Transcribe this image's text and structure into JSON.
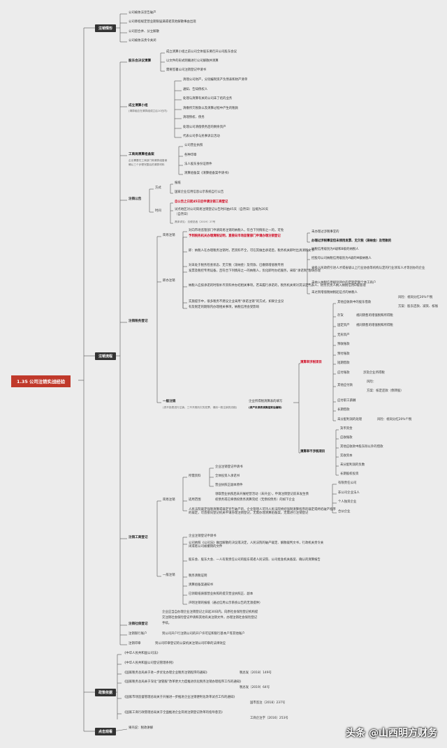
{
  "root": "1.35 公司注销实战经验",
  "branches": {
    "case": "注销情形",
    "flow": "注销流程",
    "policy": "政策依据",
    "watch": "点击观看"
  },
  "cases": [
    "公司被依法宣告破产",
    "公司章程规定营业期限届满或者其他解散事由出现",
    "公司因合并、分立解散",
    "公司被依法责令关闭"
  ],
  "s1": {
    "label": "股东会决议清算",
    "items": [
      "成立清算小组之前公司全体股东要召开公司股东会议",
      "以文件的形式明确进行公司解散并清算",
      "需要签署公司注销登记申请书"
    ]
  },
  "s2": {
    "label": "成立清算小组",
    "sub": "(清算组应在清算组成立后10日内)",
    "items": [
      "清理公司财产，分别编制资产负债表和财产清单",
      "通知、告知债权人",
      "处理与清算有关的公司未了结的业务",
      "清缴所欠税款以及清算过程中产生的税款",
      "清理债权、债务",
      "处理公司清偿债务后的剩余资产",
      "代表公司参与民事诉讼活动"
    ]
  },
  "s3": {
    "label": "工商局清算组备案",
    "sub1": "企业需要在工商部门和清算组备案",
    "sub2": "确认三个步骤完整后的清算材料",
    "items": [
      "公司营业执照",
      "各种印章",
      "法人股东身份证原件",
      "清算组备案《清算组备案申请书》"
    ]
  },
  "s4": {
    "label": "注销公告",
    "way": "方式",
    "ways": [
      "报纸",
      "国家企业信用信息公示系统自行公告"
    ],
    "time": "时间",
    "t1": "自公告之日起45日后申请注销工商登记",
    "t2a": "试点地区对公司简易注销登记公告时间由45天（自然日）压缩为20天",
    "t2b": "（自然日）",
    "note": "具体详见：法税总函〔2019〕27号"
  },
  "s5": {
    "label": "注销税务登记",
    "simple": "简易注销",
    "st1": "对向市场监管部门申请简易注销的纳税人，符合下列情形之一的，可免",
    "st2": "予到税务机关办理清税证明，直接向市场监管部门申请办理注销登记",
    "sr": [
      "未办理过涉税事宜的",
      "办理过涉税事宜但未领用发票、无欠税（滞纳金）及罚款的"
    ],
    "immediate": "即办注销",
    "ia": "即：纳税人在办理税务注销时，若资料不全，可在其做出承诺后，税务机关即时出具清税文书",
    "ib1": "对未处于税务检查状态、无欠税（滞纳金）及罚款、已缴销增值税专用",
    "ib2": "发票及税控专用设备，且符合下列情形之一的纳税人，优化即时办结服务，采取“承诺制”容缺办理",
    "ic": "纳税人应按承诺的时限补齐资料并办结相关事项。若未履行承诺的，税务机关将对其法定代表人、财务负责人纳入纳税信用D级管理",
    "id1": "实施提示中，很多税务不建议企业采用“承诺注销”的方式，如果企业没",
    "id2": "有及限定的期限内办理相关事项，纳税信用会受影响",
    "ir": [
      "纳税信用级别为A级和B级的纳税人",
      "控股母公司纳税信用级别为A级的M级纳税人",
      "省级人民政府引进人才或省级以上行业协会等机构认定的行业领军人才等创办的企业",
      "未纳入纳税信用级别评价的定期定额个体工商户",
      "未达到增值税纳税起征点的纳税人"
    ],
    "general": "一般注销",
    "gsub": "(资不抵债进行注销，三不开具所欠的发票，请用一般注销的流程)",
    "gm1": "企业所得税清算表的填写",
    "gm2": "(资产负债表清算结束后编制)",
    "dr": "清算审涉税项目",
    "drItems": [
      "其他应收款中的股东借款",
      "存货",
      "固定资产",
      "无形资产",
      "预收账款",
      "预付账款",
      "短期借款",
      "应付账款",
      "其他应付款",
      "应付职工薪酬",
      "长期借款",
      "未分配利润的处理"
    ],
    "drNotes": [
      "风险：视同分红20%个税",
      "方案：股东还款、减资、核账",
      "视同销售的增值税和所得税",
      "视同销售的增值税和所得税",
      "涉及企业所得税",
      "风险：",
      "方案：核定还款（债转股）",
      "风险：视同分红20%个税"
    ],
    "cr": "清算审不涉税项目",
    "crItems": [
      "货币资金",
      "应收账款",
      "其他应收款中股东除以外的借款",
      "实收资本",
      "未分配利润的负数",
      "长期股权投资"
    ]
  },
  "s6": {
    "label": "注销工商登记",
    "simple": "简易注销",
    "needs": "所需资料",
    "needItems": [
      "企业注销登记申请书",
      "全体投资人承诺书",
      "营业执照正副本原件"
    ],
    "scope": "适用范围",
    "scope1": "领取营业执照后未开展经营活动（未开业），申请注销登记前未发生债",
    "scope2": "权债务或已将债权债务清算完结（无债权债务）的如下企业",
    "scopeItems": [
      "有限责任公司",
      "非公司企业法人",
      "个人独资企业",
      "合伙企业"
    ],
    "excl": "人民法院裁定强制清算或裁定宣告破产的，企业管理人可持人民法院终结强制清算程序的裁定或终结破产程序的裁定，可直接向登记机关申请办理注销登记，无需办理清算组备案，无需进行注销登记",
    "general": "一般注销",
    "gItems": [
      "企业注销登记申请书",
      "公司依照《公司法》做出解散的决议或决定，人民法院的破产裁定、解散裁判文书，行政机关责令关闭或者公司被撤销的文件",
      "股东会、股东大会、一人有限责任公司的股东或者人民法院、公司批准机关备案、确认的清算报告",
      "税务清税证明",
      "清算组备案通知书",
      "已领取纸质版营业执照的提交营业执照正、副本",
      "声明注销的报纸（通过信用公示系统公告的无须提供）"
    ]
  },
  "s7": {
    "label": "注销社保登记",
    "text1": "企业应当自办理企业注销登记之日起30日内，向原社会保险登记机构提",
    "text2": "交注销社会保险登记申请和其他有关注销文件，办理注销社会保险登记",
    "text3": "手续。"
  },
  "s8": {
    "label": "注销银行账户",
    "text": "到公司开户行注销公司的开户许可证和银行基本户等其他账户"
  },
  "s9": {
    "label": "注销印章",
    "text": "到公司印章登记的公安机关注销公司印章的法律效应"
  },
  "policies": [
    {
      "name": "《中华人民共和国公司法》",
      "doc": ""
    },
    {
      "name": "《中华人民共和国公司登记管理条例》",
      "doc": ""
    },
    {
      "name": "《国家税务总局关于进一步优化办理企业税务注销程序的通知》",
      "doc": "税总发〔2018〕149号"
    },
    {
      "name": "《国家税务总局关于深化“放管服”改革更大力度推进优化税务注销办理程序工作的通知》",
      "doc": "税总发〔2019〕64号"
    },
    {
      "name": "《国家市场监督管理总局关于开展进一步推进企业注销便利化改革试点工作的通知》",
      "doc": "国市监注〔2018〕237号"
    },
    {
      "name": "《国家工商行政管理总局关于全面推进企业简易注销登记改革的指导意见》",
      "doc": "工商企注字〔2016〕253号"
    }
  ],
  "watch": "果壳说：税政讲解",
  "watermark": "头条 @山西明方财务"
}
